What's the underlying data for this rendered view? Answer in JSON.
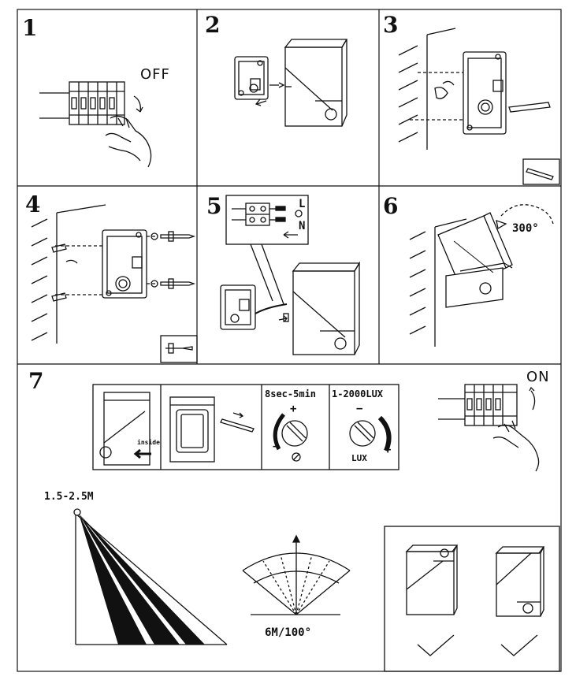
{
  "steps": [
    {
      "number": "1",
      "text": "OFF"
    },
    {
      "number": "2"
    },
    {
      "number": "3"
    },
    {
      "number": "4"
    },
    {
      "number": "5",
      "terminals": [
        "L",
        "N"
      ]
    },
    {
      "number": "6",
      "rotation": "300°"
    },
    {
      "number": "7",
      "text": "ON"
    }
  ],
  "step7": {
    "cover_label": "inside",
    "time_range": "8sec-5min",
    "lux_range": "1-2000LUX",
    "lux_label": "LUX",
    "plus": "+",
    "minus": "−",
    "mount_height": "1.5-2.5M",
    "detection": "6M/100°"
  }
}
